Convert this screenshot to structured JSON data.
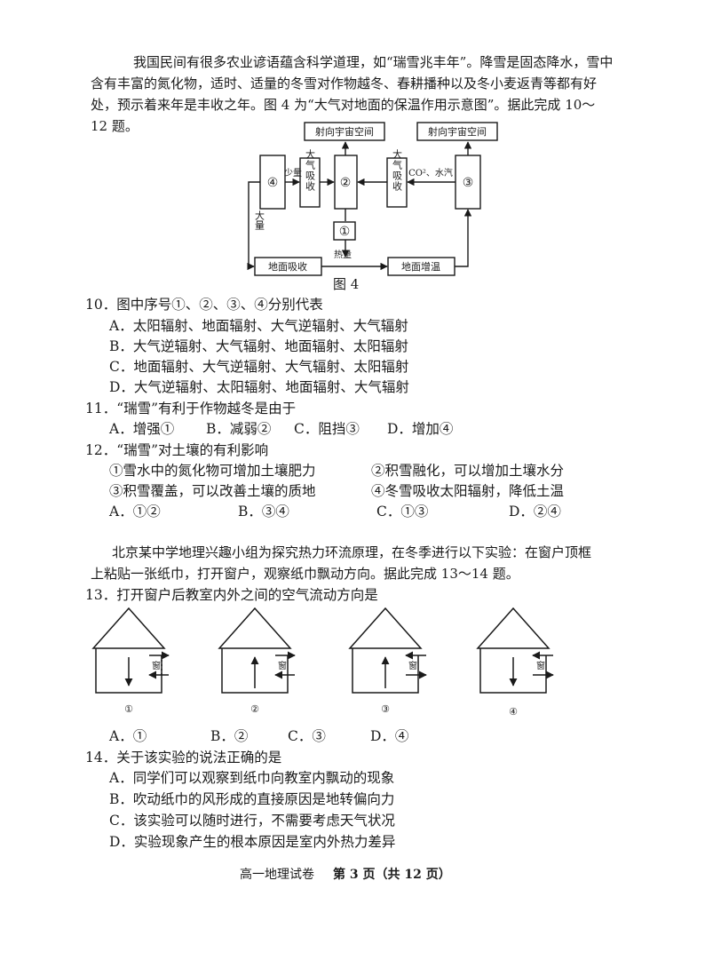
{
  "passage1": {
    "line1": "我国民间有很多农业谚语蕴含科学道理，如“瑞雪兆丰年”。降雪是固态降水，雪中",
    "line2": "含有丰富的氮化物，适时、适量的冬雪对作物越冬、春耕播种以及冬小麦返青等都有好",
    "line3": "处，预示着来年是丰收之年。图 4 为“大气对地面的保温作用示意图”。据此完成 10～",
    "line4": "12 题。"
  },
  "figure4": {
    "caption": "图 4",
    "top_left": "射向宇宙空间",
    "top_right": "射向宇宙空间",
    "node4": "④",
    "node2": "②",
    "node1": "①",
    "node3": "③",
    "absorb_left": "大气吸收",
    "absorb_right": "大气吸收",
    "shaoliang": "少量",
    "co2": "CO²、水汽",
    "daliang": "大量",
    "reliang": "热量",
    "ground_absorb": "地面吸收",
    "ground_warm": "地面增温"
  },
  "q10": {
    "stem": "10．图中序号①、②、③、④分别代表",
    "A": "A．太阳辐射、地面辐射、大气逆辐射、大气辐射",
    "B": "B．大气逆辐射、大气辐射、地面辐射、太阳辐射",
    "C": "C．地面辐射、大气逆辐射、大气辐射、太阳辐射",
    "D": "D．大气逆辐射、太阳辐射、地面辐射、大气辐射"
  },
  "q11": {
    "stem": "11．“瑞雪”有利于作物越冬是由于",
    "A": "A．增强①",
    "B": "B．减弱②",
    "C": "C．阻挡③",
    "D": "D．增加④"
  },
  "q12": {
    "stem": "12．“瑞雪”对土壤的有利影响",
    "s1": "①雪水中的氮化物可增加土壤肥力",
    "s2": "②积雪融化，可以增加土壤水分",
    "s3": "③积雪覆盖，可以改善土壤的质地",
    "s4": "④冬雪吸收太阳辐射，降低土温",
    "A": "A．①②",
    "B": "B．③④",
    "C": "C．①③",
    "D": "D．②④"
  },
  "passage2": {
    "line1": "北京某中学地理兴趣小组为探究热力环流原理，在冬季进行以下实验：在窗户顶框",
    "line2": "上粘贴一张纸巾，打开窗户，观察纸巾飘动方向。据此完成 13～14 题。"
  },
  "q13": {
    "stem": "13．打开窗户后教室内外之间的空气流动方向是",
    "house_labels": [
      "①",
      "②",
      "③",
      "④"
    ],
    "window_char": "窗",
    "A": "A．①",
    "B": "B．②",
    "C": "C．③",
    "D": "D．④"
  },
  "q14": {
    "stem": "14．关于该实验的说法正确的是",
    "A": "A．同学们可以观察到纸巾向教室内飘动的现象",
    "B": "B．吹动纸巾的风形成的直接原因是地转偏向力",
    "C": "C．该实验可以随时进行，不需要考虑天气状况",
    "D": "D．实验现象产生的根本原因是室内外热力差异"
  },
  "footer": {
    "subject": "高一地理试卷",
    "page": "第 3 页（共 12 页）"
  }
}
